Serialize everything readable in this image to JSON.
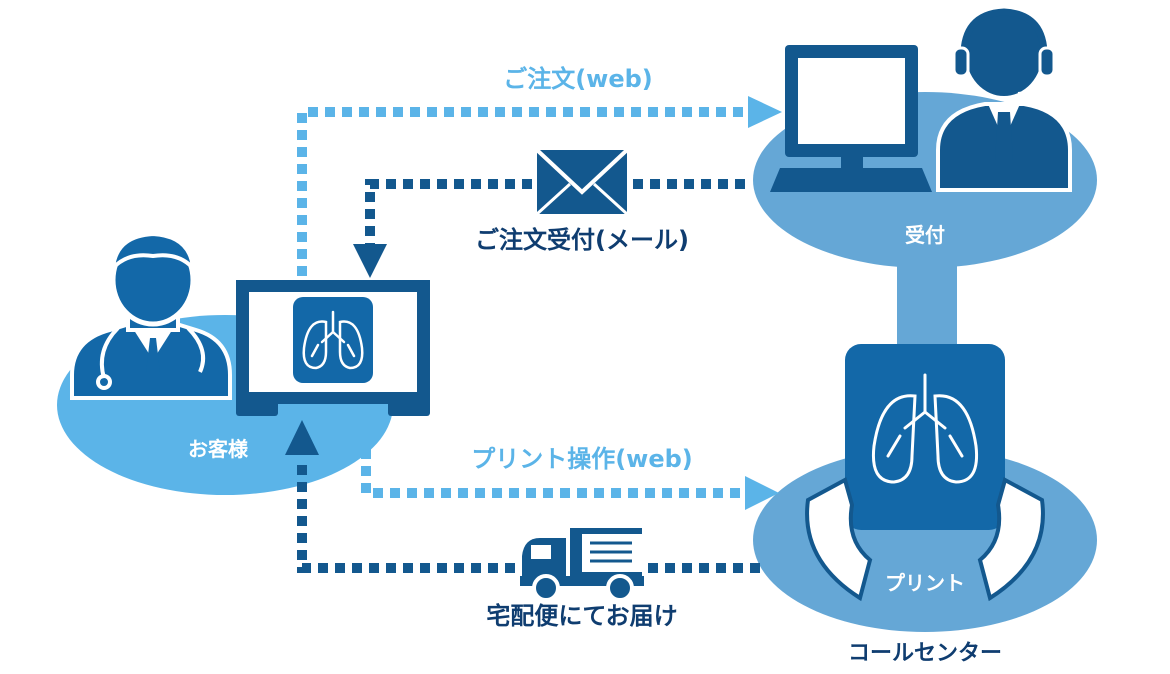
{
  "labels": {
    "order_web": "ご注文(web)",
    "order_received_mail": "ご注文受付(メール)",
    "customer": "お客様",
    "print_operation_web": "プリント操作(web)",
    "delivery": "宅配便にてお届け",
    "reception": "受付",
    "print": "プリント",
    "call_center": "コールセンター"
  },
  "icons": {
    "doctor": "doctor-icon",
    "monitor_lungs": "lungs-icon",
    "computer": "computer-monitor-icon",
    "operator": "operator-headset-icon",
    "mail": "envelope-icon",
    "print_xray": "xray-film-hands-icon",
    "truck": "delivery-truck-icon"
  },
  "colors": {
    "light_blue": "#5bb4e8",
    "mid_blue": "#65a7d6",
    "dark_blue": "#1368a8",
    "navy": "#13588e",
    "text_dark": "#0f3d70"
  }
}
